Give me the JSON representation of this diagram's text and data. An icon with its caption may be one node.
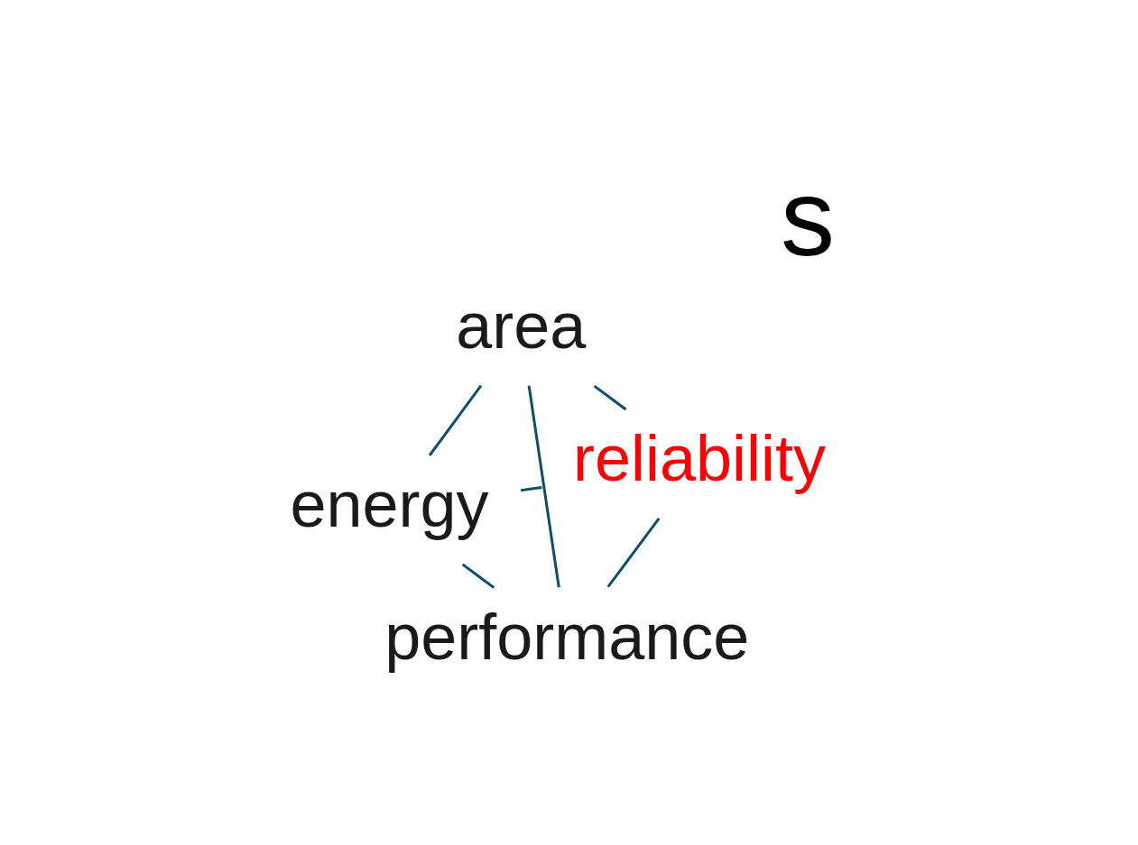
{
  "diagram": {
    "nodes": [
      {
        "text": [
          "energy"
        ]
      },
      {
        "text": [
          "reliability"
        ]
      },
      {
        "text": [
          "performance"
        ]
      },
      {
        "text": [
          "area"
        ]
      }
    ],
    "edges": [
      {
        "from": 0,
        "to": 2,
        "arrow": "none"
      },
      {
        "from": 0,
        "to": 3,
        "arrow": "none"
      },
      {
        "from": 0,
        "to": 1,
        "arrow": "none"
      },
      {
        "from": 1,
        "to": 2,
        "arrow": "none"
      },
      {
        "from": 1,
        "to": 3,
        "arrow": "none"
      },
      {
        "from": 2,
        "to": 3,
        "arrow": "none"
      }
    ],
    "labels": [
      "s"
    ]
  }
}
